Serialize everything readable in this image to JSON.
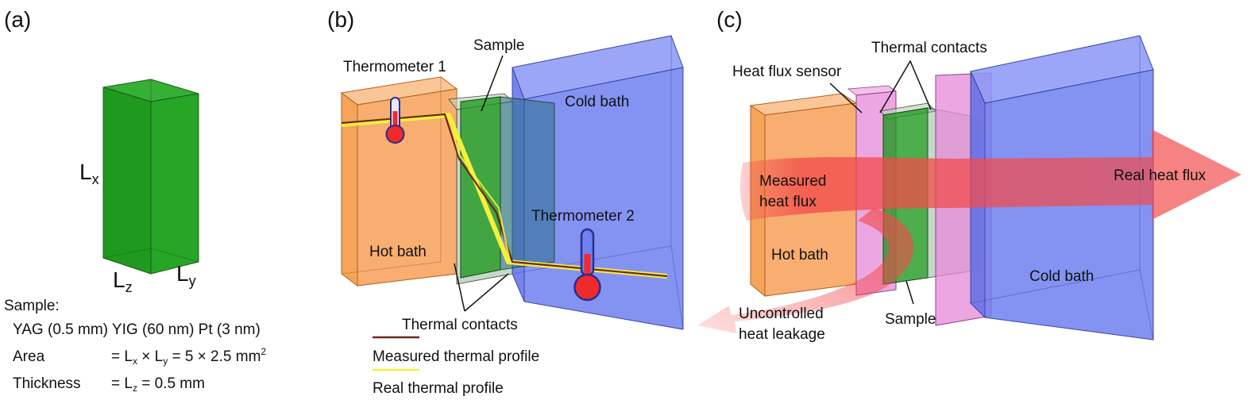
{
  "panels": {
    "a": {
      "label": "(a)",
      "dim_x": "L",
      "dim_x_sub": "x",
      "dim_y": "L",
      "dim_y_sub": "y",
      "dim_z": "L",
      "dim_z_sub": "z",
      "sample_title": "Sample:",
      "sample_line1": "YAG (0.5 mm) YIG (60 nm) Pt (3 nm)",
      "area_label": "Area",
      "area_eq1": "= L",
      "area_eq_sub1": "x",
      "area_eq2": " × L",
      "area_eq_sub2": "y",
      "area_eq3": " =  5 × 2.5 mm",
      "area_sup": "2",
      "thickness_label": "Thickness",
      "thickness_eq1": "= L",
      "thickness_eq_sub": "z",
      "thickness_eq2": " = 0.5 mm"
    },
    "b": {
      "label": "(b)",
      "thermometer1": "Thermometer 1",
      "thermometer2": "Thermometer 2",
      "sample": "Sample",
      "cold_bath": "Cold bath",
      "hot_bath": "Hot bath",
      "thermal_contacts": "Thermal contacts",
      "legend_measured": "Measured thermal profile",
      "legend_real": "Real thermal profile"
    },
    "c": {
      "label": "(c)",
      "thermal_contacts": "Thermal contacts",
      "heat_flux_sensor": "Heat flux sensor",
      "measured_heat_flux_1": "Measured",
      "measured_heat_flux_2": "heat flux",
      "real_heat_flux": "Real heat flux",
      "hot_bath": "Hot bath",
      "cold_bath": "Cold bath",
      "sample": "Sample",
      "leakage_1": "Uncontrolled",
      "leakage_2": "heat leakage"
    }
  },
  "colors": {
    "green": "#1f9a1f",
    "orange": "#f7a35c",
    "blue": "#6f80f0",
    "pink": "#e58ad8",
    "measured_line": "#6b2a1a",
    "real_line": "#f6ef3a",
    "thermo_red": "#f02a2a",
    "arrow_red": "#f24a4a"
  }
}
